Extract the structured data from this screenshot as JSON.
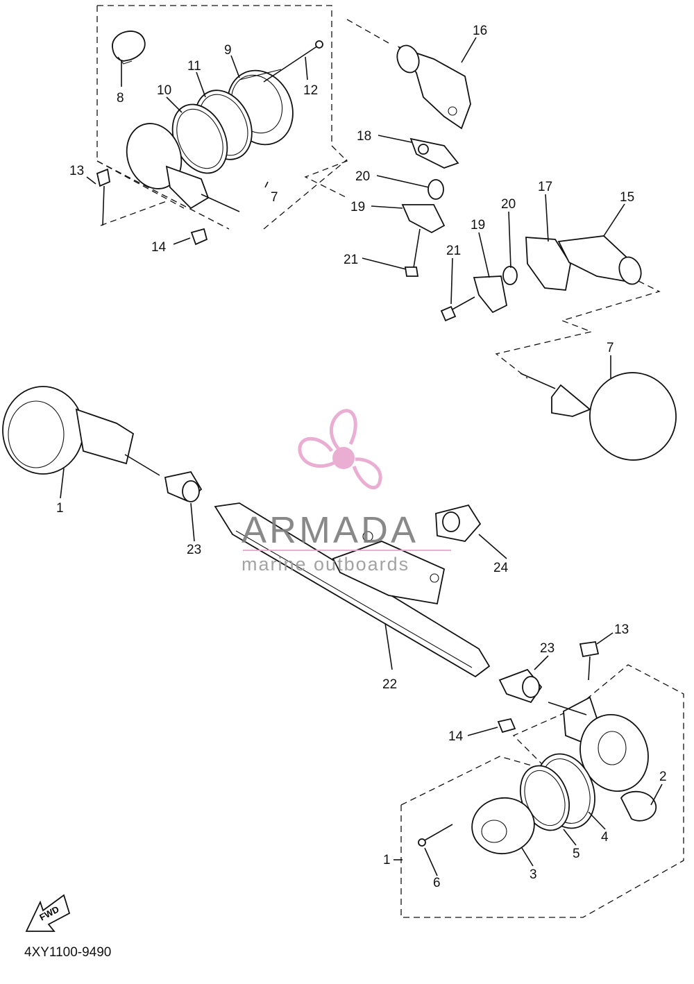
{
  "diagram": {
    "labels": [
      {
        "id": "p8",
        "text": "8"
      },
      {
        "id": "p11",
        "text": "11"
      },
      {
        "id": "p9",
        "text": "9"
      },
      {
        "id": "p10",
        "text": "10"
      },
      {
        "id": "p12",
        "text": "12"
      },
      {
        "id": "p13a",
        "text": "13"
      },
      {
        "id": "p7a",
        "text": "7"
      },
      {
        "id": "p14a",
        "text": "14"
      },
      {
        "id": "p16",
        "text": "16"
      },
      {
        "id": "p18",
        "text": "18"
      },
      {
        "id": "p20a",
        "text": "20"
      },
      {
        "id": "p19a",
        "text": "19"
      },
      {
        "id": "p21a",
        "text": "21"
      },
      {
        "id": "p20b",
        "text": "20"
      },
      {
        "id": "p17",
        "text": "17"
      },
      {
        "id": "p15",
        "text": "15"
      },
      {
        "id": "p19b",
        "text": "19"
      },
      {
        "id": "p21b",
        "text": "21"
      },
      {
        "id": "p7b",
        "text": "7"
      },
      {
        "id": "p1a",
        "text": "1"
      },
      {
        "id": "p23a",
        "text": "23"
      },
      {
        "id": "p24",
        "text": "24"
      },
      {
        "id": "p22",
        "text": "22"
      },
      {
        "id": "p13b",
        "text": "13"
      },
      {
        "id": "p23b",
        "text": "23"
      },
      {
        "id": "p14b",
        "text": "14"
      },
      {
        "id": "p2",
        "text": "2"
      },
      {
        "id": "p4",
        "text": "4"
      },
      {
        "id": "p5",
        "text": "5"
      },
      {
        "id": "p1b",
        "text": "1"
      },
      {
        "id": "p3",
        "text": "3"
      },
      {
        "id": "p6",
        "text": "6"
      }
    ],
    "fwd_label": "FWD",
    "drawing_code": "4XY1100-9490"
  },
  "watermark": {
    "title": "ARMADA",
    "subtitle": "marine outboards",
    "logo_color": "#e8a6cf",
    "logo_icon": "propeller-logo-icon"
  }
}
